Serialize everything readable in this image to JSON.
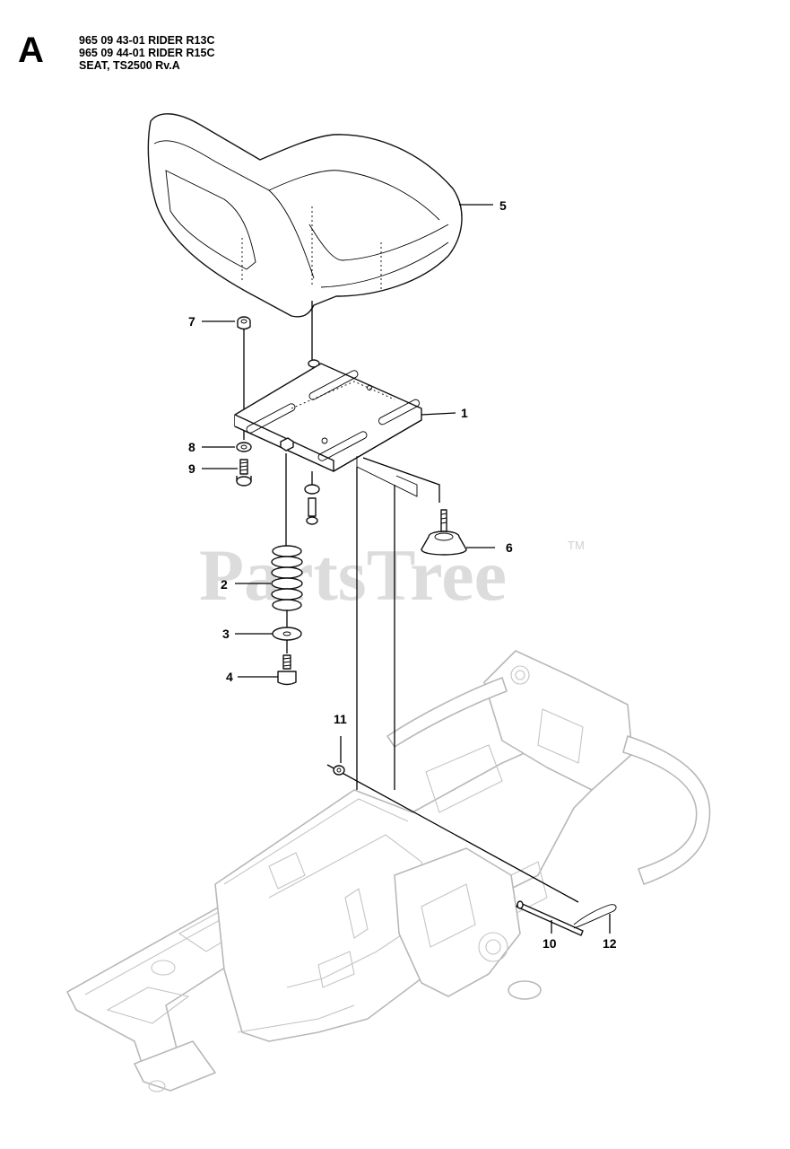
{
  "header": {
    "section_letter": "A",
    "lines": [
      "965 09 43-01 RIDER R13C",
      "965 09 44-01 RIDER R15C",
      "SEAT, TS2500 Rv.A"
    ]
  },
  "watermark": {
    "text": "PartsTree",
    "trademark": "TM"
  },
  "callouts": [
    {
      "id": "seat",
      "label": "5"
    },
    {
      "id": "nut",
      "label": "7"
    },
    {
      "id": "seat-plate",
      "label": "1"
    },
    {
      "id": "washer",
      "label": "8"
    },
    {
      "id": "bolt",
      "label": "9"
    },
    {
      "id": "knob",
      "label": "6"
    },
    {
      "id": "spring",
      "label": "2"
    },
    {
      "id": "spring-washer",
      "label": "3"
    },
    {
      "id": "flange-bolt",
      "label": "4"
    },
    {
      "id": "lock-nut",
      "label": "11"
    },
    {
      "id": "pivot-pin",
      "label": "10"
    },
    {
      "id": "hair-pin",
      "label": "12"
    }
  ]
}
